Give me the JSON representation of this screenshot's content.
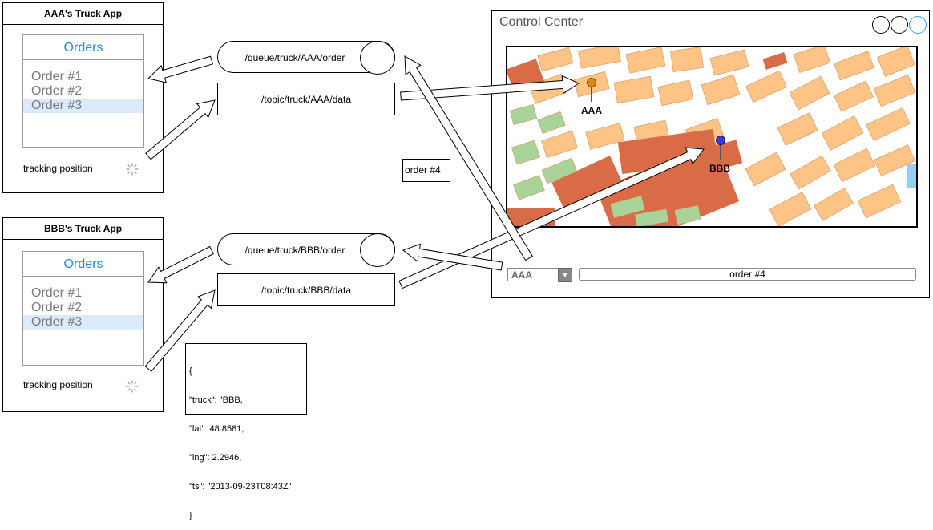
{
  "aaa_app": {
    "title": "AAA's Truck App",
    "orders_header": "Orders",
    "orders": [
      "Order #1",
      "Order #2",
      "Order #3"
    ],
    "selected_order": "Order #3",
    "tracking_label": "tracking position"
  },
  "bbb_app": {
    "title": "BBB's Truck App",
    "orders_header": "Orders",
    "orders": [
      "Order #1",
      "Order #2",
      "Order #3"
    ],
    "selected_order": "Order #3",
    "tracking_label": "tracking position"
  },
  "channels": {
    "aaa_queue": "/queue/truck/AAA/order",
    "aaa_topic": "/topic/truck/AAA/data",
    "bbb_queue": "/queue/truck/BBB/order",
    "bbb_topic": "/topic/truck/BBB/data"
  },
  "order_note": "order #4",
  "json_message": {
    "lines": [
      "{",
      "\"truck\": \"BBB,",
      "\"lat\": 48.8581,",
      "\"lng\": 2.2946,",
      "\"ts\": \"2013-09-23T08:43Z\"",
      "}"
    ]
  },
  "control_center": {
    "title": "Control Center",
    "pins": [
      {
        "label": "AAA",
        "color": "#d68a17"
      },
      {
        "label": "BBB",
        "color": "#3a3adb"
      }
    ],
    "truck_select": {
      "value": "AAA"
    },
    "order_field": {
      "value": "order #4"
    }
  },
  "colors": {
    "orders_header": "#1a8fe3",
    "selected_row": "#dcebfb",
    "map_road": "#ffffff",
    "map_block": "#fdc486",
    "map_dense": "#d96c47",
    "map_park": "#a8d49a",
    "map_water": "#8fd3f0"
  }
}
